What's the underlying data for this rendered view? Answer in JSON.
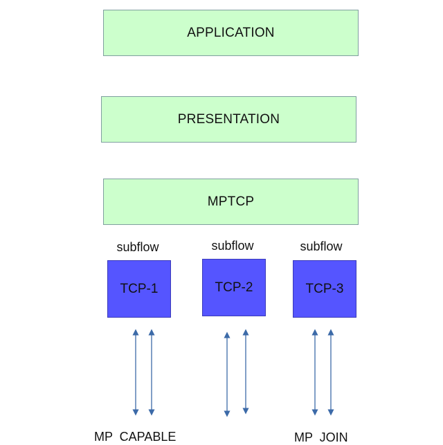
{
  "layers": {
    "application": "APPLICATION",
    "presentation": "PRESENTATION",
    "mptcp": "MPTCP"
  },
  "subflows": [
    {
      "label": "subflow",
      "box": "TCP-1"
    },
    {
      "label": "subflow",
      "box": "TCP-2"
    },
    {
      "label": "subflow",
      "box": "TCP-3"
    }
  ],
  "bottom_labels": {
    "mp_capable": "MP  CAPABLE",
    "mp_join": "MP  JOIN"
  },
  "colors": {
    "layer_fill": "#ccffcc",
    "tcp_fill": "#5555ff",
    "arrow": "#3c6aa8"
  }
}
